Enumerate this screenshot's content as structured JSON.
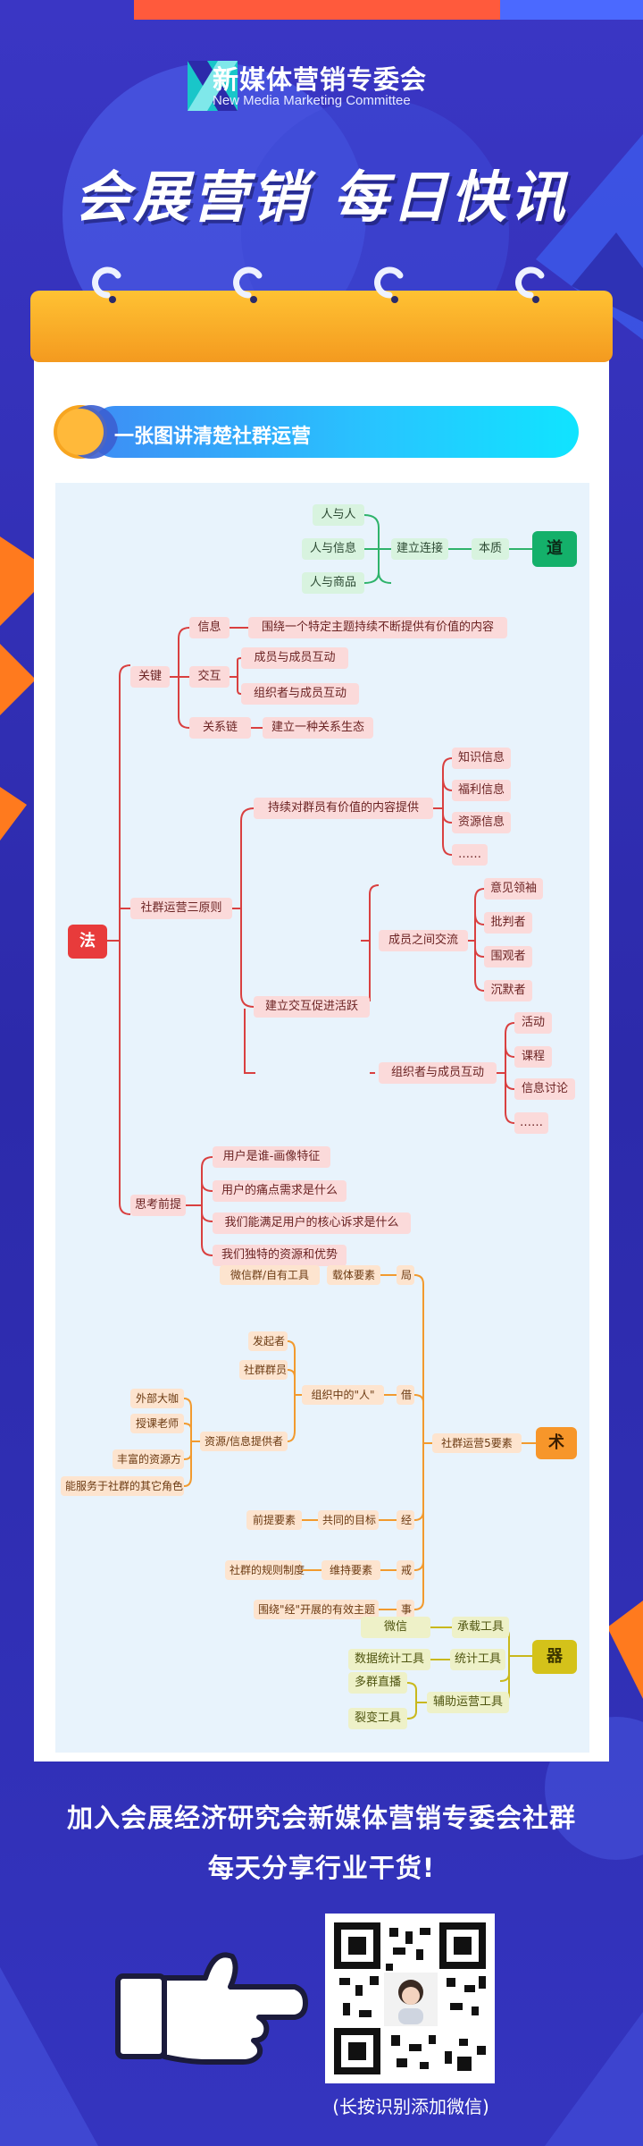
{
  "brand": {
    "name": "新媒体营销专委会",
    "subtitle": "New Media Marketing Committee"
  },
  "headline": "会展营销 每日快讯",
  "card": {
    "title": "一张图讲清楚社群运营"
  },
  "mindmap": {
    "dao": {
      "root": "道",
      "items": [
        "人与人",
        "人与信息",
        "人与商品"
      ],
      "link": "建立连接",
      "essence": "本质"
    },
    "fa": {
      "root": "法",
      "keys": {
        "label": "关键",
        "info": "信息",
        "info_desc": "围绕一个特定主题持续不断提供有价值的内容",
        "interact": "交互",
        "interact_items": [
          "成员与成员互动",
          "组织者与成员互动"
        ],
        "relation": "关系链",
        "relation_desc": "建立一种关系生态"
      },
      "principles": {
        "label": "社群运营三原则",
        "content": "持续对群员有价值的内容提供",
        "content_items": [
          "知识信息",
          "福利信息",
          "资源信息",
          "……"
        ],
        "interaction": "建立交互促进活跃",
        "member": "成员之间交流",
        "member_items": [
          "意见领袖",
          "批判者",
          "围观者",
          "沉默者"
        ],
        "organizer": "组织者与成员互动",
        "organizer_items": [
          "活动",
          "课程",
          "信息讨论",
          "……"
        ]
      },
      "premise": {
        "label": "思考前提",
        "items": [
          "用户是谁-画像特征",
          "用户的痛点需求是什么",
          "我们能满足用户的核心诉求是什么",
          "我们独特的资源和优势"
        ]
      }
    },
    "shu": {
      "root": "术",
      "center": "社群运营5要素",
      "tool_src": "微信群/自有工具",
      "carrier": "载体要素",
      "ju": "局",
      "org": "组织中的\"人\"",
      "initiator": "发起者",
      "members": "社群群员",
      "resource": "资源/信息提供者",
      "resource_items": [
        "外部大咖",
        "授课老师",
        "丰富的资源方",
        "能服务于社群的其它角色"
      ],
      "jie": "借",
      "premise": "前提要素",
      "goal": "共同的目标",
      "jing": "经",
      "rules": "社群的规则制度",
      "maintain": "维持要素",
      "rong": "戒",
      "topic": "围绕\"经\"开展的有效主题",
      "shi": "事"
    },
    "qi": {
      "root": "器",
      "carrier": "承载工具",
      "wechat": "微信",
      "stats": "统计工具",
      "stats_tool": "数据统计工具",
      "aux": "辅助运营工具",
      "aux_items": [
        "多群直播",
        "裂变工具"
      ]
    }
  },
  "footer": {
    "line1": "加入会展经济研究会新媒体营销专委会社群",
    "line2": "每天分享行业干货!",
    "qr_caption": "(长按识别添加微信)"
  },
  "colors": {
    "background": "#2f2fb5",
    "card_header": "#f6a623",
    "dao": "#14b06a",
    "fa": "#e83b3b",
    "shu": "#f7962a",
    "qi": "#d4c21a"
  }
}
